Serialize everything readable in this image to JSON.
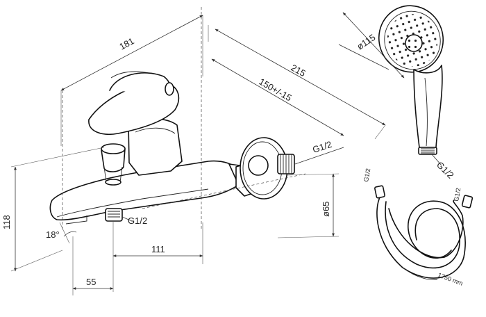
{
  "dimensions": {
    "overall_width": "181",
    "depth": "215",
    "wall_distance": "150+/-15",
    "height": "118",
    "spout_angle": "18°",
    "spout_to_outlet": "111",
    "outlet_offset": "55",
    "inlet_diameter": "ø65"
  },
  "threads": {
    "inlet": "G1/2",
    "outlet": "G1/2",
    "handshower": "G1/2",
    "hose_end_left": "G1/2",
    "hose_end_right": "G1/2"
  },
  "handshower": {
    "head_diameter": "ø115"
  },
  "hose": {
    "length": "1750 mm"
  }
}
